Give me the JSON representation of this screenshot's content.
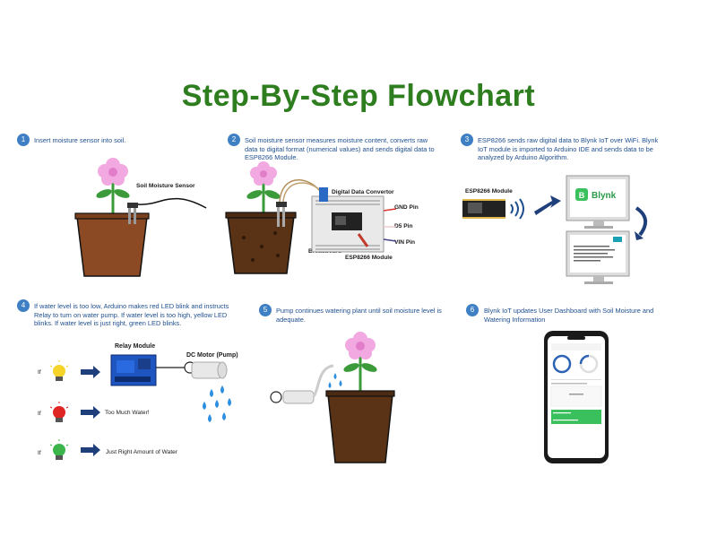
{
  "title": "Step-By-Step Flowchart",
  "steps": [
    {
      "num": "1",
      "text": "Insert moisture sensor into soil."
    },
    {
      "num": "2",
      "text": "Soil moisture sensor measures moisture content, converts raw data to digital format (numerical values) and sends digital data to ESP8266 Module."
    },
    {
      "num": "3",
      "text": "ESP8266 sends raw digital data to Blynk IoT over WiFi. Blynk IoT module is imported to Arduino IDE and sends data to be analyzed by Arduino Algorithm."
    },
    {
      "num": "4",
      "text": "If water level is too low, Arduino makes red LED blink and instructs Relay to turn on water pump. If water level is too high, yellow LED blinks. If water level is just right, green LED blinks."
    },
    {
      "num": "5",
      "text": "Pump continues watering plant until soil moisture level is adequate."
    },
    {
      "num": "6",
      "text": "Blynk IoT updates User Dashboard with Soil Moisture and Watering Information"
    }
  ],
  "labels": {
    "soil_moisture_sensor": "Soil Moisture Sensor",
    "digital_data_convertor": "Digital Data Convertor",
    "gnd_pin": "GND Pin",
    "d5_pin": "D5 Pin",
    "vin_pin": "VIN Pin",
    "breadboard": "Breadboard",
    "esp8266_module_2": "ESP8266 Module",
    "esp8266_module_3": "ESP8266 Module",
    "blynk": "Blynk",
    "relay_module": "Relay Module",
    "dc_motor": "DC Motor (Pump)",
    "if1": "If",
    "if2": "If",
    "if3": "If",
    "too_much_water": "Too Much Water!",
    "just_right": "Just Right Amount of Water"
  },
  "colors": {
    "title": "#2e7d1f",
    "step_text": "#1f4f8f",
    "badge": "#3f7fc4",
    "pot": "#8b4a23",
    "flower": "#f2a8e0",
    "blynk_green": "#3ac15d"
  }
}
